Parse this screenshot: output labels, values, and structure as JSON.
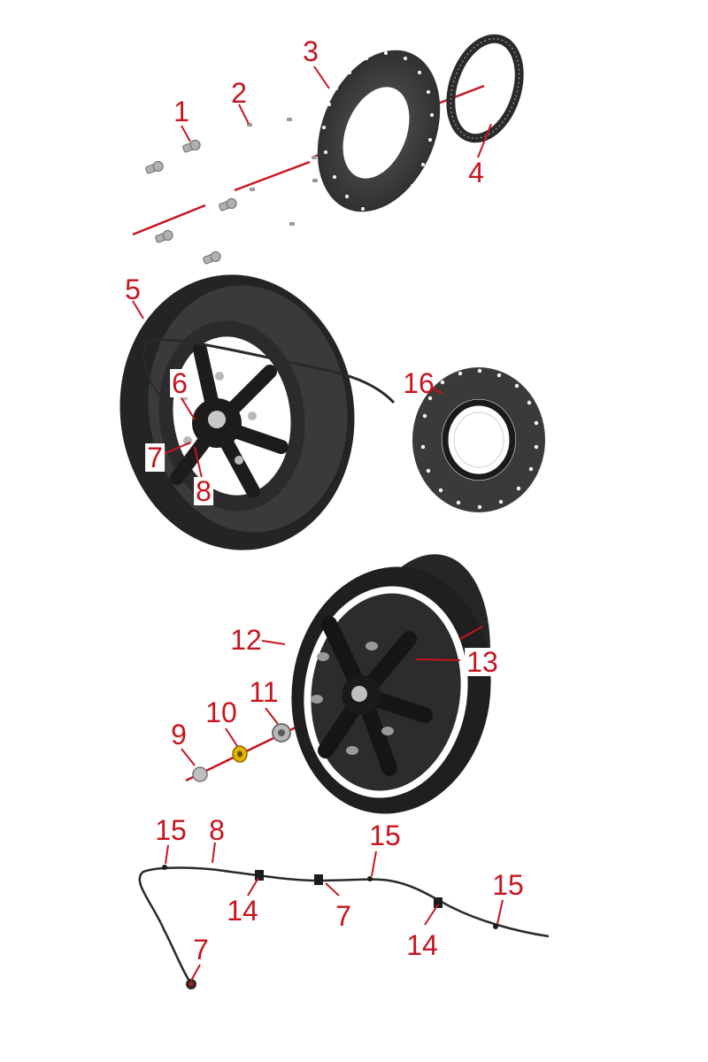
{
  "callouts": [
    {
      "id": "c1",
      "text": "1"
    },
    {
      "id": "c2",
      "text": "2"
    },
    {
      "id": "c3",
      "text": "3"
    },
    {
      "id": "c4",
      "text": "4"
    },
    {
      "id": "c5",
      "text": "5"
    },
    {
      "id": "c6",
      "text": "6"
    },
    {
      "id": "c7a",
      "text": "7"
    },
    {
      "id": "c8a",
      "text": "8"
    },
    {
      "id": "c16",
      "text": "16"
    },
    {
      "id": "c12",
      "text": "12"
    },
    {
      "id": "c13",
      "text": "13"
    },
    {
      "id": "c9",
      "text": "9"
    },
    {
      "id": "c10",
      "text": "10"
    },
    {
      "id": "c11",
      "text": "11"
    },
    {
      "id": "c15a",
      "text": "15"
    },
    {
      "id": "c8b",
      "text": "8"
    },
    {
      "id": "c15b",
      "text": "15"
    },
    {
      "id": "c15c",
      "text": "15"
    },
    {
      "id": "c14a",
      "text": "14"
    },
    {
      "id": "c7b",
      "text": "7"
    },
    {
      "id": "c14b",
      "text": "14"
    },
    {
      "id": "c7c",
      "text": "7"
    }
  ],
  "colors": {
    "callout": "#c8141e",
    "part": "#1c1c1c",
    "metal": "#a8a8a8",
    "washer": "#e0b400",
    "background": "#ffffff"
  }
}
